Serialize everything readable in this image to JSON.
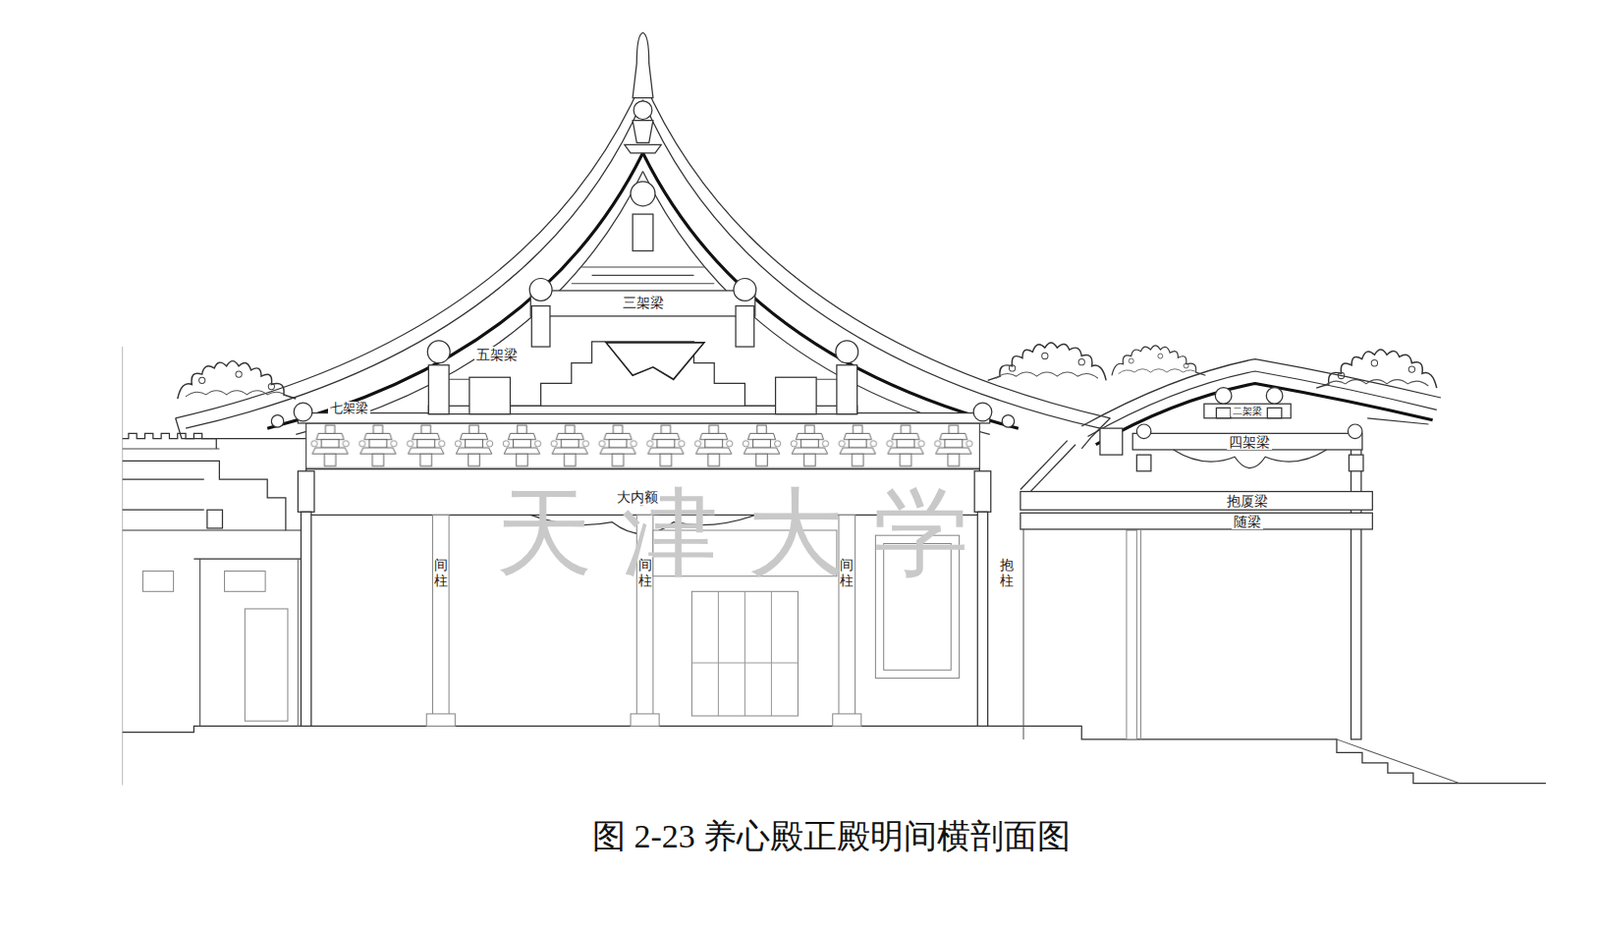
{
  "diagram": {
    "caption": "图 2-23 养心殿正殿明间横剖面图",
    "labels": [
      "三架梁",
      "五架梁",
      "七架梁",
      "大内额",
      "间柱",
      "间柱",
      "间柱",
      "抱柱",
      "二架梁",
      "四架梁",
      "抱厦梁",
      "随梁",
      "天津大学"
    ]
  }
}
